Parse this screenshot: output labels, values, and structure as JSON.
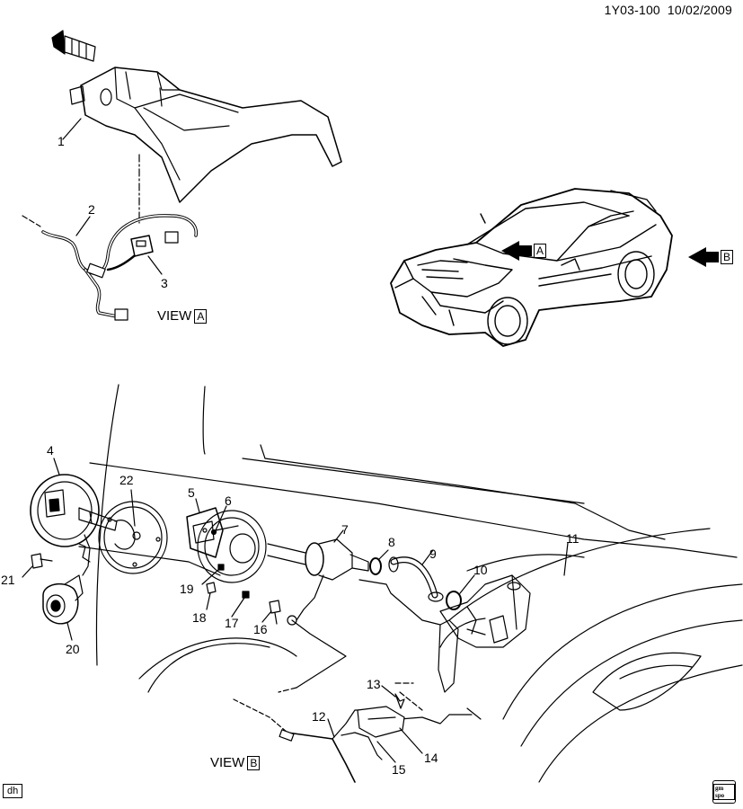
{
  "header": {
    "diagram_code": "1Y03-100",
    "date": "10/02/2009"
  },
  "views": {
    "view_a": {
      "word": "VIEW",
      "letter": "A"
    },
    "view_b": {
      "word": "VIEW",
      "letter": "B"
    }
  },
  "arrows": {
    "a": "A",
    "b": "B"
  },
  "callouts": [
    "1",
    "2",
    "3",
    "4",
    "5",
    "6",
    "7",
    "8",
    "9",
    "10",
    "11",
    "12",
    "13",
    "14",
    "15",
    "16",
    "17",
    "18",
    "19",
    "20",
    "21",
    "22"
  ],
  "footer": {
    "code": "dh",
    "logo_text": "gm spo"
  }
}
